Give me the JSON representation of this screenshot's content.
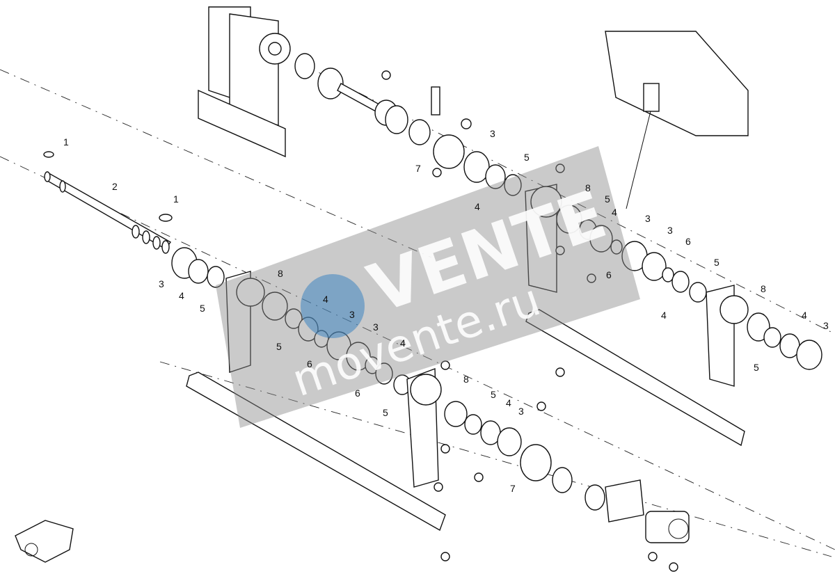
{
  "diagram": {
    "callouts": [
      {
        "id": "c1a",
        "text": "1"
      },
      {
        "id": "c1b",
        "text": "1"
      },
      {
        "id": "c2",
        "text": "2"
      },
      {
        "id": "c3a",
        "text": "3"
      },
      {
        "id": "c4a",
        "text": "4"
      },
      {
        "id": "c5a",
        "text": "5"
      },
      {
        "id": "c8a",
        "text": "8"
      },
      {
        "id": "c4b",
        "text": "4"
      },
      {
        "id": "c3b",
        "text": "3"
      },
      {
        "id": "c5b",
        "text": "5"
      },
      {
        "id": "c3c",
        "text": "3"
      },
      {
        "id": "c6a",
        "text": "6"
      },
      {
        "id": "c4c",
        "text": "4"
      },
      {
        "id": "c6b",
        "text": "6"
      },
      {
        "id": "c5c",
        "text": "5"
      },
      {
        "id": "c8b",
        "text": "8"
      },
      {
        "id": "c5d",
        "text": "5"
      },
      {
        "id": "c4d",
        "text": "4"
      },
      {
        "id": "c3d",
        "text": "3"
      },
      {
        "id": "c7a",
        "text": "7"
      },
      {
        "id": "c3e",
        "text": "3"
      },
      {
        "id": "c7b",
        "text": "7"
      },
      {
        "id": "c4e",
        "text": "4"
      },
      {
        "id": "c5e",
        "text": "5"
      },
      {
        "id": "c8c",
        "text": "8"
      },
      {
        "id": "c5f",
        "text": "5"
      },
      {
        "id": "c4f",
        "text": "4"
      },
      {
        "id": "c3f",
        "text": "3"
      },
      {
        "id": "c3g",
        "text": "3"
      },
      {
        "id": "c6c",
        "text": "6"
      },
      {
        "id": "c6d",
        "text": "6"
      },
      {
        "id": "c5g",
        "text": "5"
      },
      {
        "id": "c4g",
        "text": "4"
      },
      {
        "id": "c8d",
        "text": "8"
      },
      {
        "id": "c4h",
        "text": "4"
      },
      {
        "id": "c3h",
        "text": "3"
      },
      {
        "id": "c5h",
        "text": "5"
      }
    ],
    "watermark": {
      "brand": "VENTE",
      "url": "movente.ru"
    }
  }
}
